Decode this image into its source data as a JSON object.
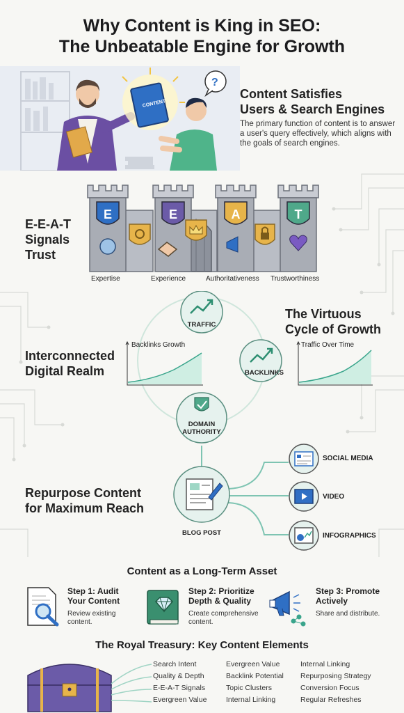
{
  "header": {
    "title_line1": "Why Content is King in SEO:",
    "title_line2": "The Unbeatable Engine for Growth"
  },
  "intro": {
    "book_label": "CONTENT",
    "question_mark": "?",
    "heading_line1": "Content Satisfies",
    "heading_line2": "Users & Search Engines",
    "body": "The primary function of content is to answer a user's query effectively, which aligns with the goals of search engines."
  },
  "eeat": {
    "heading_line1": "E-E-A-T",
    "heading_line2": "Signals",
    "heading_line3": "Trust",
    "letters": [
      "E",
      "E",
      "A",
      "T"
    ],
    "labels": [
      "Expertise",
      "Experience",
      "Authoritativeness",
      "Trustworthiness"
    ],
    "tower_icons": [
      "brain-icon",
      "gear-shield-icon",
      "handshake-icon",
      "crown-shield-icon",
      "megaphone-icon",
      "lock-shield-icon",
      "heart-shield-icon"
    ]
  },
  "cycle": {
    "heading_line1": "The Virtuous",
    "heading_line2": "Cycle of Growth",
    "left_heading_line1": "Interconnected",
    "left_heading_line2": "Digital Realm",
    "nodes": {
      "traffic": "TRAFFIC",
      "backlinks": "BACKLINKS",
      "authority_line1": "DOMAIN",
      "authority_line2": "AUTHORITY"
    },
    "chart_left_label": "Backlinks Growth",
    "chart_right_label": "Traffic Over Time"
  },
  "repurpose": {
    "heading_line1": "Repurpose Content",
    "heading_line2": "for Maximum Reach",
    "source": "BLOG POST",
    "outputs": [
      "SOCIAL MEDIA",
      "VIDEO",
      "INFOGRAPHICS"
    ]
  },
  "asset": {
    "heading": "Content as a Long-Term Asset",
    "steps": [
      {
        "title_line1": "Step 1: Audit",
        "title_line2": "Your Content",
        "desc_line1": "Review existing",
        "desc_line2": "content."
      },
      {
        "title_line1": "Step 2: Prioritize",
        "title_line2": "Depth & Quality",
        "desc_line1": "Create comprehensive",
        "desc_line2": "content."
      },
      {
        "title_line1": "Step 3: Promote",
        "title_line2": "Actively",
        "desc_line1": "Share and distribute.",
        "desc_line2": ""
      }
    ]
  },
  "treasury": {
    "heading": "The Royal Treasury: Key Content Elements",
    "col1": [
      "Search Intent",
      "Quality & Depth",
      "E-E-A-T Signals",
      "Evergreen Value"
    ],
    "col2": [
      "Evergreen Value",
      "Backlink Potential",
      "Topic Clusters",
      "Internal Linking"
    ],
    "col3": [
      "Internal Linking",
      "Repurposing Strategy",
      "Conversion Focus",
      "Regular Refreshes"
    ]
  },
  "colors": {
    "accent_teal": "#3aa58c",
    "royal_purple": "#6b5ba8",
    "stone_gray": "#a9adb5",
    "book_blue": "#2f6fc4",
    "gold": "#e7b44a",
    "teal_flag": "#4fa88a"
  }
}
